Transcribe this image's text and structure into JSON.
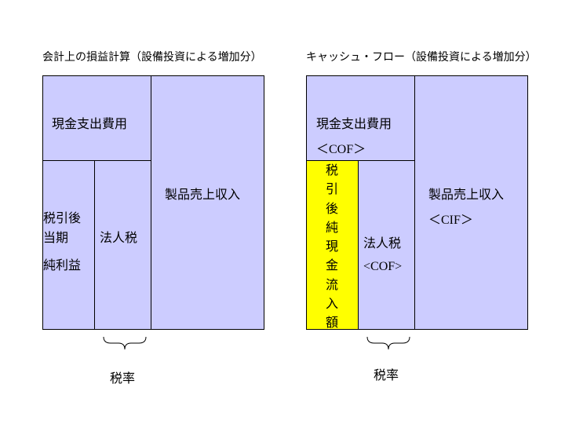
{
  "left": {
    "title": "会計上の損益計算（設備投資による増加分）",
    "cash_expense": "現金支出費用",
    "net_income_lines": [
      "税引後",
      "当期",
      "純利益"
    ],
    "corporate_tax": "法人税",
    "revenue": "製品売上収入",
    "tax_rate": "税率"
  },
  "right": {
    "title": "キャッシュ・フロー（設備投資による増加分）",
    "cash_expense": "現金支出費用",
    "cash_expense_tag": "＜COF＞",
    "net_inflow": "税引後純現金流入額",
    "corporate_tax": "法人税",
    "corporate_tax_tag": "<COF>",
    "revenue": "製品売上収入",
    "revenue_tag": "＜CIF＞",
    "tax_rate": "税率"
  },
  "colors": {
    "box_fill": "#ccccff",
    "highlight_fill": "#ffff00",
    "border": "#000000"
  }
}
